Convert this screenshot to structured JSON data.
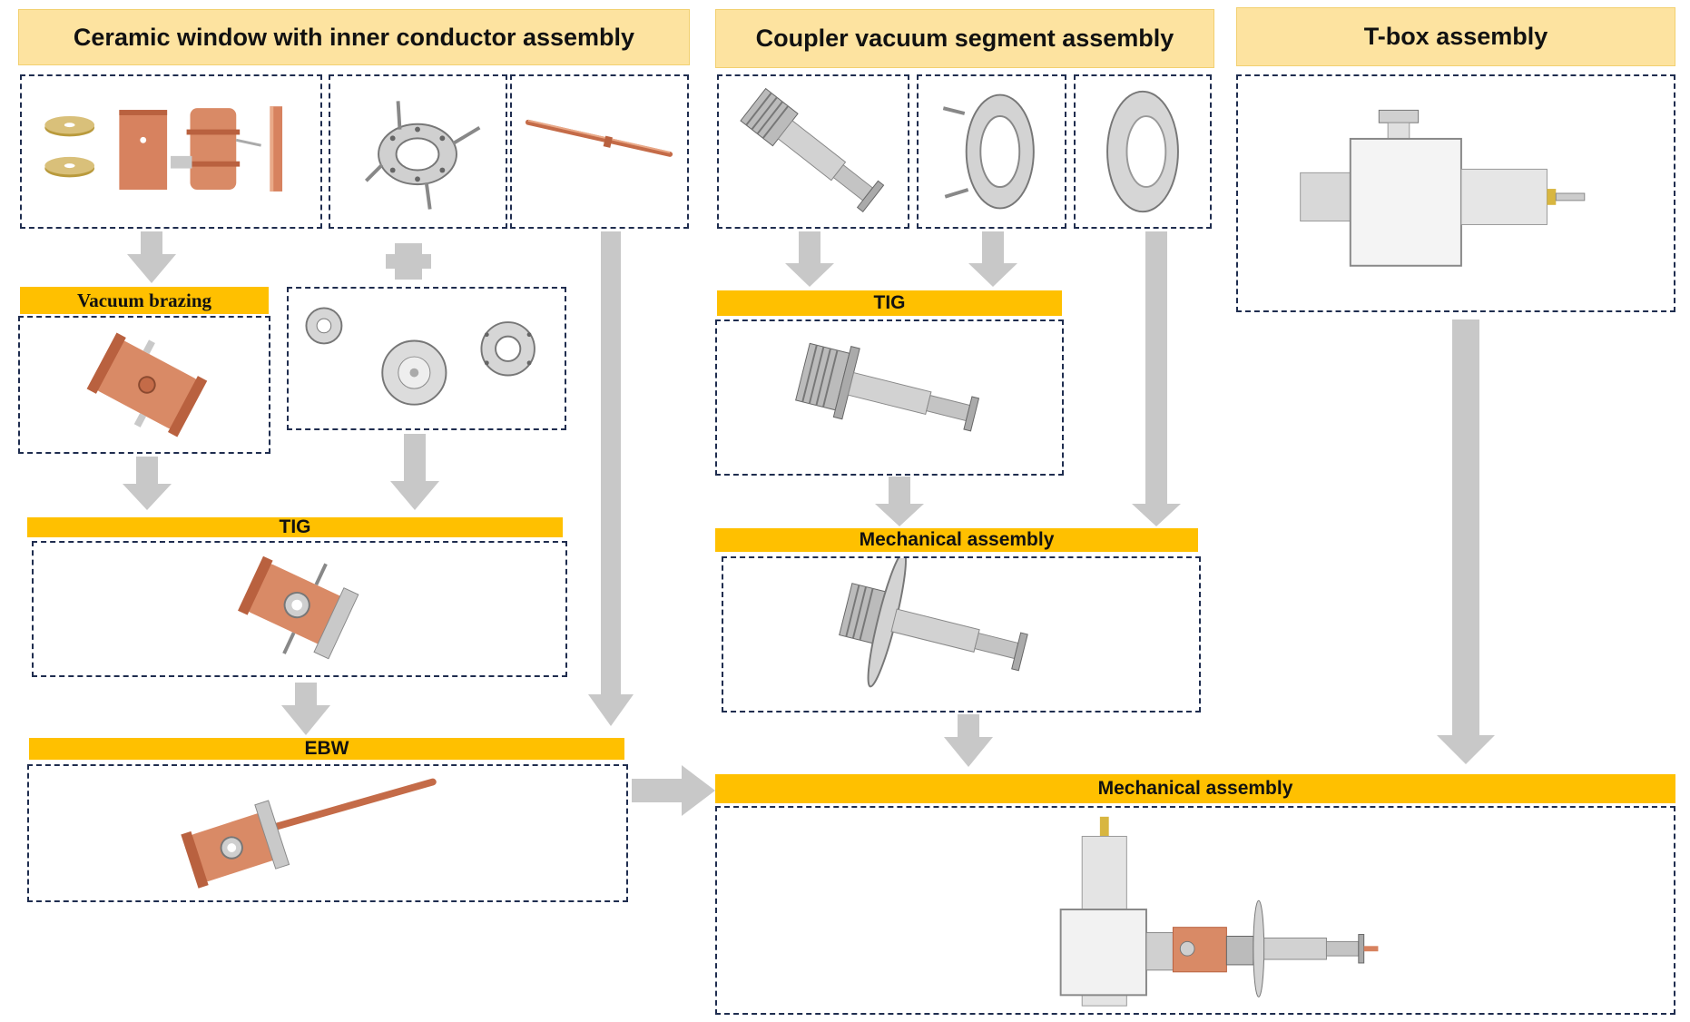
{
  "headers": {
    "ceramic": "Ceramic window with inner conductor assembly",
    "coupler": "Coupler vacuum segment assembly",
    "tbox": "T-box assembly"
  },
  "steps": {
    "vacuum_brazing": "Vacuum brazing",
    "tig_left": "TIG",
    "ebw": "EBW",
    "tig_right": "TIG",
    "mech_assembly_mid": "Mechanical assembly",
    "mech_assembly_final": "Mechanical assembly"
  },
  "colors": {
    "header_fill": "#fde3a0",
    "band_fill": "#ffc000",
    "arrow": "#c8c8c8",
    "box_border": "#1f2d4f",
    "copper": "#d7825f",
    "steel": "#c9c9c9"
  }
}
